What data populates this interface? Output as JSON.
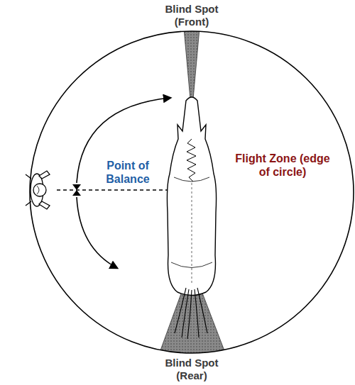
{
  "diagram": {
    "labels": [
      "Blind Spot (Front)",
      "Point of Balance",
      "Flight Zone (edge of circle)",
      "Blind Spot (Rear)"
    ]
  }
}
